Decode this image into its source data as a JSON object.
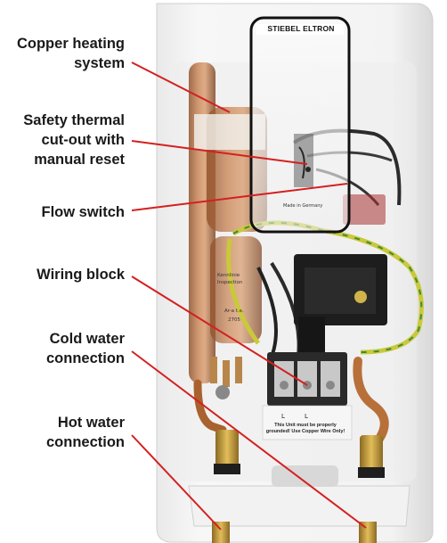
{
  "brand": "STIEBEL ELTRON",
  "labels": {
    "copper": {
      "line1": "Copper heating",
      "line2": "system"
    },
    "thermal": {
      "line1": "Safety thermal",
      "line2": "cut-out with",
      "line3": "manual reset"
    },
    "flow": {
      "line1": "Flow switch"
    },
    "wiring": {
      "line1": "Wiring block"
    },
    "cold": {
      "line1": "Cold water",
      "line2": "connection"
    },
    "hot": {
      "line1": "Hot water",
      "line2": "connection"
    }
  },
  "device_text": {
    "made_in": "Made in Germany",
    "sticker_1": "Kennlinie",
    "sticker_2": "Inspection",
    "sticker_3": "Ar-a t.e.",
    "sticker_4": "2705",
    "terminal_l1": "L",
    "terminal_l2": "L",
    "warning": "This Unit must be properly grounded! Use Copper Wire Only!"
  },
  "colors": {
    "callout_line": "#d42020",
    "label_text": "#1a1a1a",
    "copper": "#b8703a",
    "brass": "#c59a3c",
    "housing": "#f4f4f4",
    "ground_wire": "#c9c93a"
  }
}
